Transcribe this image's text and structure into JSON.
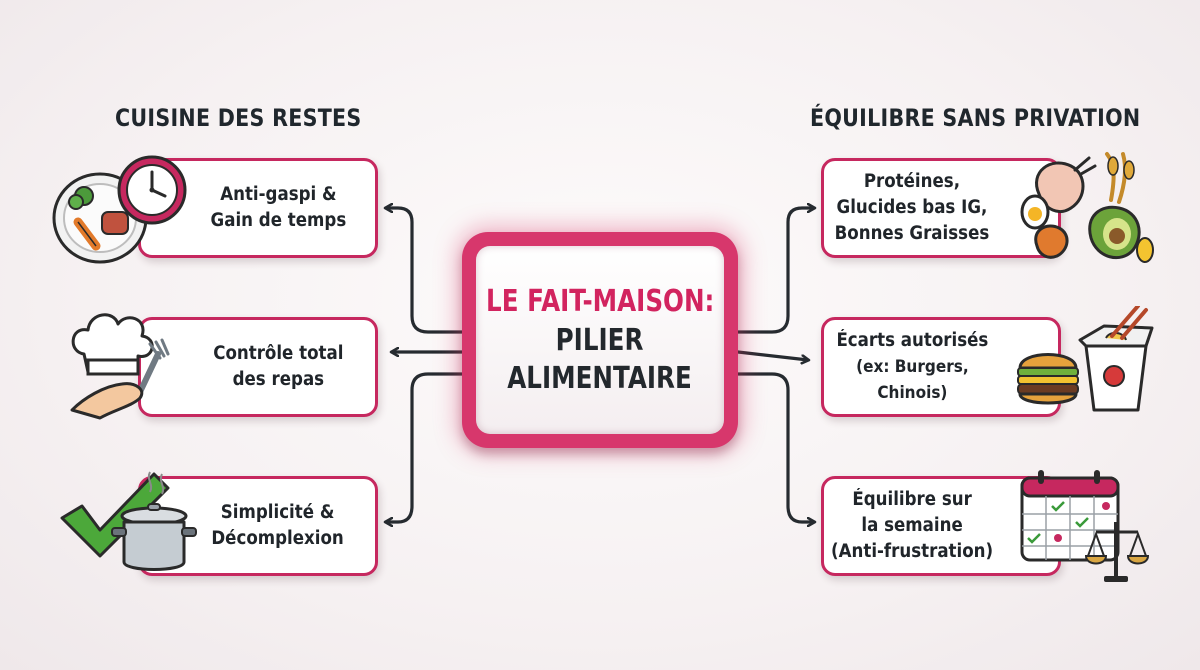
{
  "left_section": {
    "title": "CUISINE DES RESTES",
    "items": [
      {
        "lines": [
          "Anti-gaspi &",
          "Gain de temps"
        ],
        "icon": "plate-clock-icon"
      },
      {
        "lines": [
          "Contrôle total",
          "des repas"
        ],
        "icon": "chef-hat-fork-icon"
      },
      {
        "lines": [
          "Simplicité &",
          "Décomplexion"
        ],
        "icon": "checkmark-pot-icon"
      }
    ]
  },
  "right_section": {
    "title": "ÉQUILIBRE SANS PRIVATION",
    "items": [
      {
        "lines": [
          "Protéines,",
          "Glucides bas IG,",
          "Bonnes Graisses"
        ],
        "icon": "healthy-food-icon"
      },
      {
        "lines": [
          "Écarts autorisés",
          "(ex: Burgers,",
          "Chinois)"
        ],
        "icon": "burger-takeout-icon"
      },
      {
        "lines": [
          "Équilibre sur",
          "la semaine",
          "(Anti-frustration)"
        ],
        "icon": "calendar-scale-icon"
      }
    ]
  },
  "center": {
    "line1": "LE FAIT-MAISON:",
    "line2": "PILIER",
    "line3": "ALIMENTAIRE"
  },
  "colors": {
    "accent": "#c6285f",
    "center": "#d7376c",
    "text": "#20252a",
    "connector": "#262b30"
  }
}
